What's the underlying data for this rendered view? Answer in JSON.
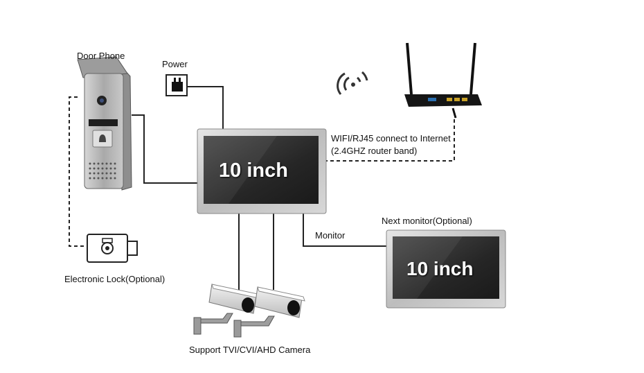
{
  "labels": {
    "door_phone": "Door Phone",
    "power": "Power",
    "wifi": "WIFI/RJ45 connect to Internet",
    "wifi_band": "(2.4GHZ router band)",
    "monitor": "Monitor",
    "next_monitor": "Next monitor(Optional)",
    "lock": "Electronic Lock(Optional)",
    "camera": "Support TVI/CVI/AHD Camera"
  },
  "main_monitor": {
    "screen_text": "10 inch"
  },
  "next_monitor": {
    "screen_text": "10 inch"
  },
  "icons": [
    "door-phone-icon",
    "power-adapter-icon",
    "wifi-signal-icon",
    "router-icon",
    "electronic-lock-icon",
    "cctv-camera-icon",
    "monitor-icon"
  ],
  "colors": {
    "wire": "#222222",
    "monitor_bezel": "#c9c9c9",
    "screen": "#2b2b2b",
    "door_panel": "#b9b9b9"
  }
}
